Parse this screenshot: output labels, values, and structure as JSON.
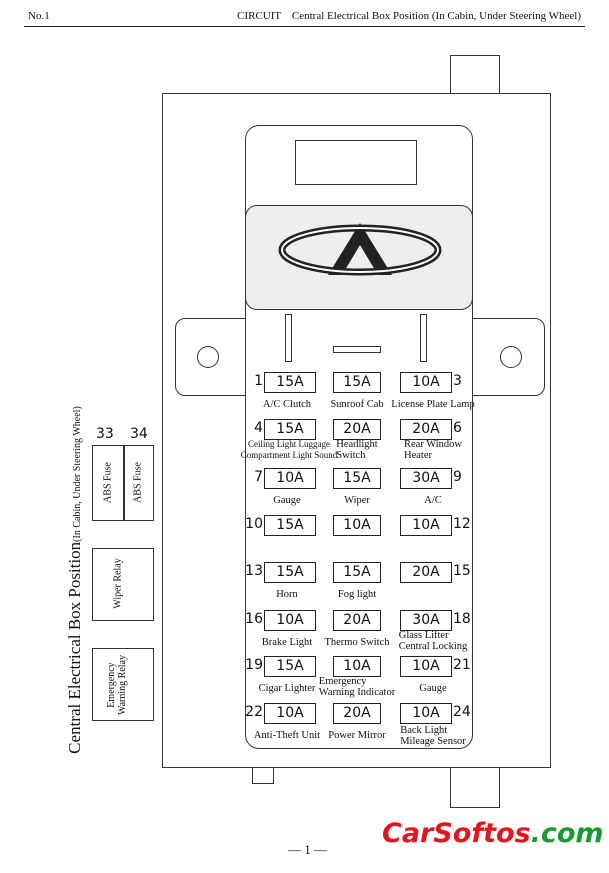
{
  "header": {
    "left": "No.1",
    "right": "CIRCUIT    Central Electrical Box Position (In Cabin, Under Steering Wheel)"
  },
  "side_title": {
    "main": "Central Electrical Box Position",
    "sub": "(In Cabin, Under Steering Wheel)"
  },
  "side_components": [
    {
      "num": "33",
      "label": "ABS Fuse"
    },
    {
      "num": "34",
      "label": "ABS Fuse"
    },
    {
      "label": "Wiper Relay"
    },
    {
      "label": "Emergency Warning Relay"
    }
  ],
  "fuses": [
    {
      "num": "1",
      "rating": "15A",
      "label": [
        "A/C Clutch"
      ]
    },
    {
      "num": "",
      "rating": "15A",
      "label": [
        "Sunroof Cab"
      ]
    },
    {
      "num": "3",
      "rating": "10A",
      "label": [
        "License Plate Lamp"
      ]
    },
    {
      "num": "4",
      "rating": "15A",
      "label": [
        "Ceiling Light Luggage",
        "Compartment Light Sound"
      ]
    },
    {
      "num": "",
      "rating": "20A",
      "label": [
        "Headlight",
        "Switch"
      ]
    },
    {
      "num": "6",
      "rating": "20A",
      "label": [
        "Rear Window",
        "Heater"
      ]
    },
    {
      "num": "7",
      "rating": "10A",
      "label": [
        "Gauge"
      ]
    },
    {
      "num": "",
      "rating": "15A",
      "label": [
        "Wiper"
      ]
    },
    {
      "num": "9",
      "rating": "30A",
      "label": [
        "A/C"
      ]
    },
    {
      "num": "10",
      "rating": "15A",
      "label": []
    },
    {
      "num": "",
      "rating": "10A",
      "label": []
    },
    {
      "num": "12",
      "rating": "10A",
      "label": []
    },
    {
      "num": "13",
      "rating": "15A",
      "label": [
        "Horn"
      ]
    },
    {
      "num": "",
      "rating": "15A",
      "label": [
        "Fog light"
      ]
    },
    {
      "num": "15",
      "rating": "20A",
      "label": []
    },
    {
      "num": "16",
      "rating": "10A",
      "label": [
        "Brake Light"
      ]
    },
    {
      "num": "",
      "rating": "20A",
      "label": [
        "Thermo Switch"
      ]
    },
    {
      "num": "18",
      "rating": "30A",
      "label": [
        "Glass Lifter",
        "Central Locking"
      ]
    },
    {
      "num": "19",
      "rating": "15A",
      "label": [
        "Cigar Lighter"
      ]
    },
    {
      "num": "",
      "rating": "10A",
      "label": [
        "Emergency",
        "Warning Indicator"
      ]
    },
    {
      "num": "21",
      "rating": "10A",
      "label": [
        "Gauge"
      ]
    },
    {
      "num": "22",
      "rating": "10A",
      "label": [
        "Anti-Theft Unit"
      ]
    },
    {
      "num": "",
      "rating": "20A",
      "label": [
        "Power Mirror"
      ]
    },
    {
      "num": "24",
      "rating": "10A",
      "label": [
        "Back Light",
        "Mileage Sensor"
      ]
    }
  ],
  "footer": {
    "page": "— 1 —"
  },
  "watermark": {
    "text1": "CarSoftos",
    "text2": ".com",
    "color1": "#e8141c",
    "color2": "#1a9a2a"
  }
}
